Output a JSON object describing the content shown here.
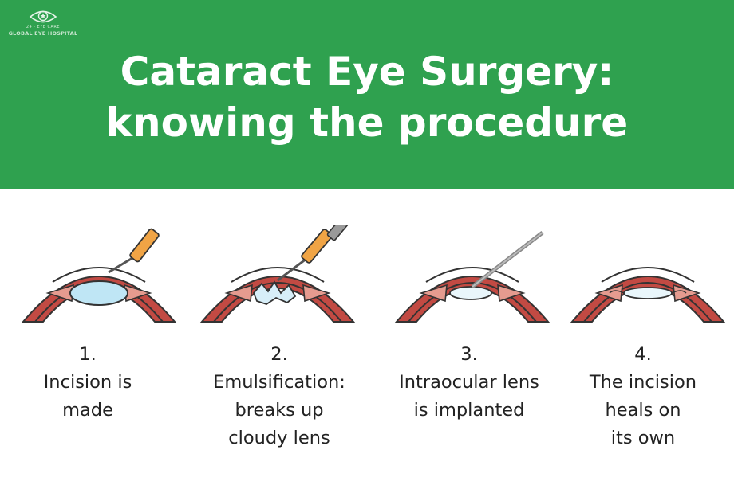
{
  "logo": {
    "small_text": "24 · EYE CARE",
    "name": "GLOBAL EYE HOSPITAL"
  },
  "title": {
    "line1": "Cataract Eye Surgery:",
    "line2": "knowing the procedure"
  },
  "steps": [
    {
      "number": "1.",
      "label": "Incision is\nmade"
    },
    {
      "number": "2.",
      "label": "Emulsification:\nbreaks up\ncloudy lens"
    },
    {
      "number": "3.",
      "label": "Intraocular lens\nis implanted"
    },
    {
      "number": "4.",
      "label": "The incision\nheals on\nits own"
    }
  ],
  "colors": {
    "banner": "#2fa14f",
    "sclera": "#c24a43",
    "iris": "#e59b8f",
    "lens": "#bfe6f5",
    "instrument_tip": "#f0a445",
    "instrument_shaft": "#9a9a9a"
  }
}
